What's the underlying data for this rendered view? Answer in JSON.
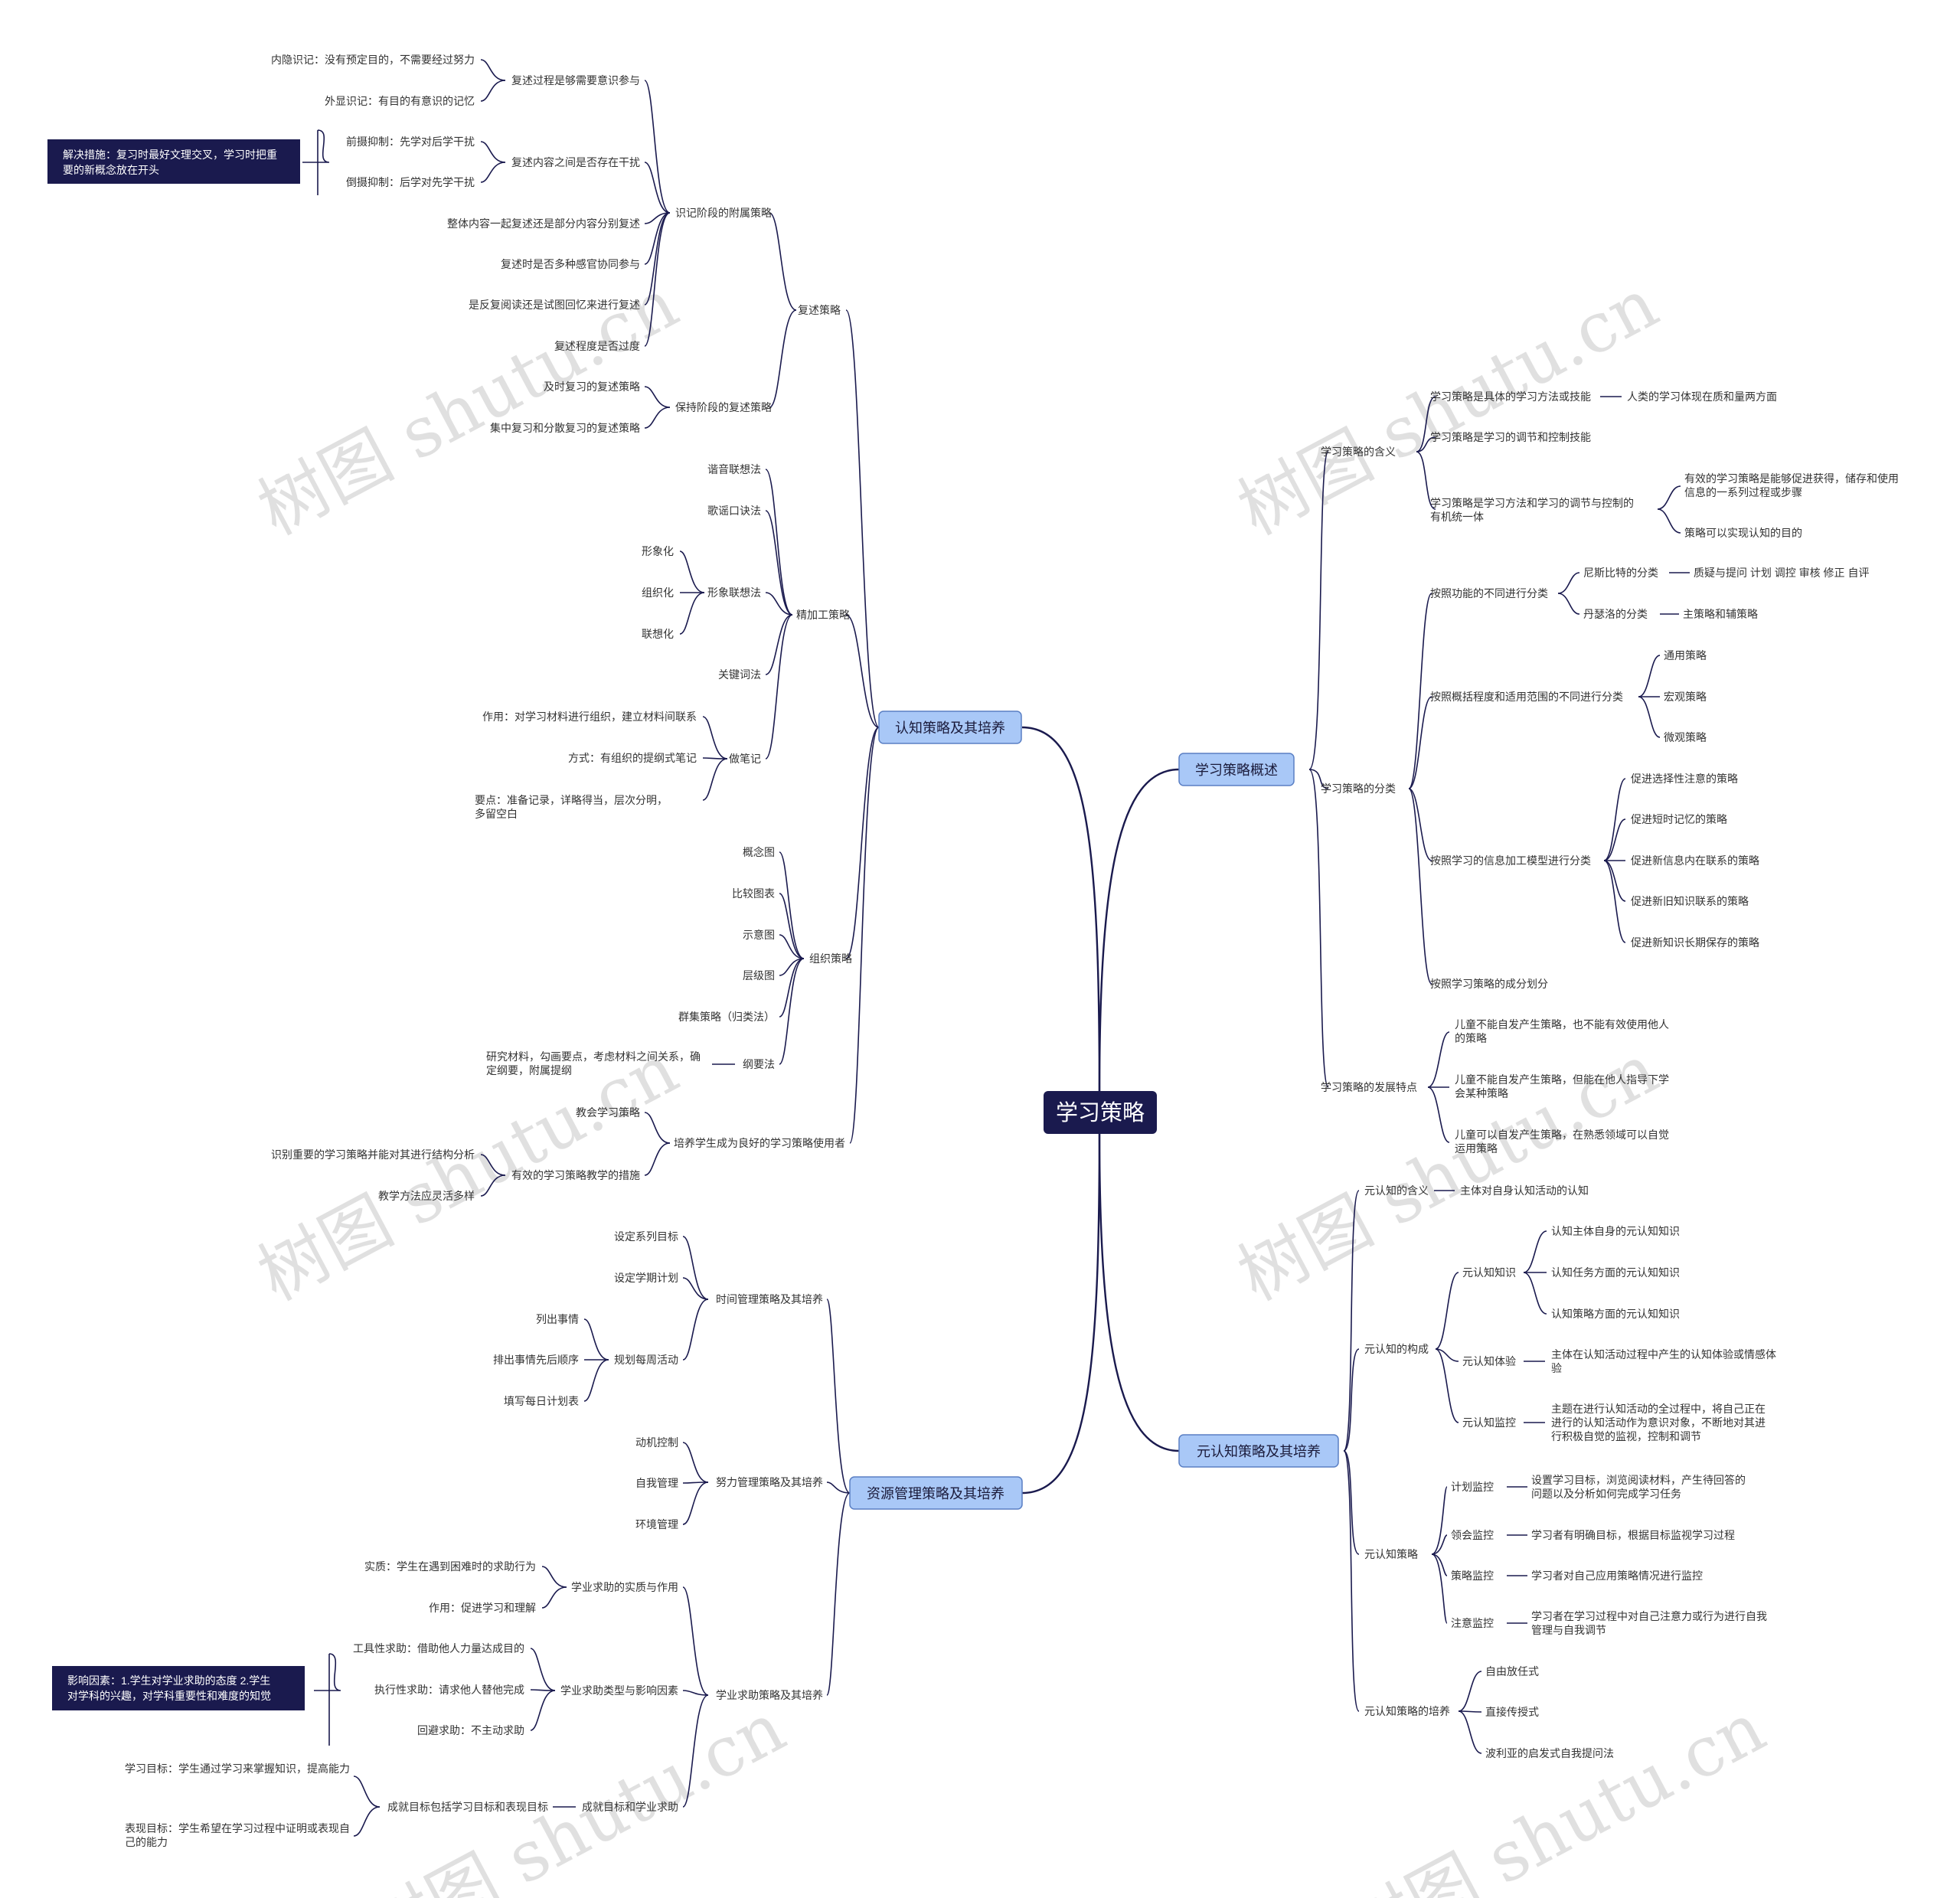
{
  "root": "学习策略",
  "watermark": "树图 shutu.cn",
  "colors": {
    "root_fill": "#1a1a4e",
    "branch_fill": "#a9c8f7",
    "branch_border": "#5a7fc4",
    "line": "#1a1a4e",
    "note_fill": "#1a1a4e"
  },
  "branches": {
    "cognitive": {
      "label": "认知策略及其培养",
      "rehearsal": {
        "label": "复述策略",
        "memorize": {
          "label": "识记阶段的附属策略",
          "conscious": {
            "label": "复述过程是够需要意识参与",
            "implicit": "内隐识记：没有预定目的，不需要经过努力",
            "explicit": "外显识记：有目的有意识的记忆"
          },
          "interference": {
            "label": "复述内容之间是否存在干扰",
            "proactive": "前摄抑制：先学对后学干扰",
            "retroactive": "倒摄抑制：后学对先学干扰",
            "note": "解决措施：复习时最好文理交叉，学习时把重要的新概念放在开头"
          },
          "whole": "整体内容一起复述还是部分内容分别复述",
          "senses": "复述时是否多种感官协同参与",
          "reread": "是反复阅读还是试图回忆来进行复述",
          "degree": "复述程度是否过度"
        },
        "retain": {
          "label": "保持阶段的复述策略",
          "timely": "及时复习的复述策略",
          "spaced": "集中复习和分散复习的复述策略"
        }
      },
      "elaboration": {
        "label": "精加工策略",
        "homophone": "谐音联想法",
        "rhyme": "歌谣口诀法",
        "imagery": {
          "label": "形象联想法",
          "a": "形象化",
          "b": "组织化",
          "c": "联想化"
        },
        "keyword": "关键词法",
        "notes": {
          "label": "做笔记",
          "role": "作用：对学习材料进行组织，建立材料间联系",
          "method": "方式：有组织的提纲式笔记",
          "key": "要点：准备记录，详略得当，层次分明，多留空白"
        }
      },
      "organization": {
        "label": "组织策略",
        "concept": "概念图",
        "compare": "比较图表",
        "schematic": "示意图",
        "hierarchy": "层级图",
        "cluster": "群集策略（归类法）",
        "outline": {
          "label": "纲要法",
          "desc": "研究材料，勾画要点，考虑材料之间关系，确定纲要，附属提纲"
        }
      },
      "cultivate": {
        "label": "培养学生成为良好的学习策略使用者",
        "teach": "教会学习策略",
        "effective": {
          "label": "有效的学习策略教学的措施",
          "identify": "识别重要的学习策略并能对其进行结构分析",
          "flexible": "教学方法应灵活多样"
        }
      }
    },
    "resource": {
      "label": "资源管理策略及其培养",
      "time": {
        "label": "时间管理策略及其培养",
        "goals": "设定系列目标",
        "term": "设定学期计划",
        "weekly": {
          "label": "规划每周活动",
          "list": "列出事情",
          "order": "排出事情先后顺序",
          "daily": "填写每日计划表"
        }
      },
      "effort": {
        "label": "努力管理策略及其培养",
        "motivation": "动机控制",
        "self": "自我管理",
        "env": "环境管理"
      },
      "help": {
        "label": "学业求助策略及其培养",
        "essence": {
          "label": "学业求助的实质与作用",
          "essence": "实质：学生在遇到困难时的求助行为",
          "role": "作用：促进学习和理解"
        },
        "types": {
          "label": "学业求助类型与影响因素",
          "tool": "工具性求助：借助他人力量达成目的",
          "exec": "执行性求助：请求他人替他完成",
          "avoid": "回避求助：不主动求助",
          "note": "影响因素：1.学生对学业求助的态度 2.学生对学科的兴趣，对学科重要性和难度的知觉"
        },
        "achieve": {
          "label": "成就目标和学业求助",
          "goals": "成就目标包括学习目标和表现目标",
          "learning": "学习目标：学生通过学习来掌握知识，提高能力",
          "performance": "表现目标：学生希望在学习过程中证明或表现自己的能力"
        }
      }
    },
    "overview": {
      "label": "学习策略概述",
      "meaning": {
        "label": "学习策略的含义",
        "a": "学习策略是具体的学习方法或技能",
        "a1": "人类的学习体现在质和量两方面",
        "b": "学习策略是学习的调节和控制技能",
        "c": "学习策略是学习方法和学习的调节与控制的有机统一体",
        "c1": "有效的学习策略是能够促进获得，储存和使用信息的一系列过程或步骤",
        "c2": "策略可以实现认知的目的"
      },
      "classify": {
        "label": "学习策略的分类",
        "func": {
          "label": "按照功能的不同进行分类",
          "nisbet": "尼斯比特的分类",
          "nisbet1": "质疑与提问 计划 调控 审核 修正 自评",
          "dansereau": "丹瑟洛的分类",
          "dansereau1": "主策略和辅策略"
        },
        "scope": {
          "label": "按照概括程度和适用范围的不同进行分类",
          "a": "通用策略",
          "b": "宏观策略",
          "c": "微观策略"
        },
        "info": {
          "label": "按照学习的信息加工模型进行分类",
          "a": "促进选择性注意的策略",
          "b": "促进短时记忆的策略",
          "c": "促进新信息内在联系的策略",
          "d": "促进新旧知识联系的策略",
          "e": "促进新知识长期保存的策略"
        },
        "component": "按照学习策略的成分划分"
      },
      "develop": {
        "label": "学习策略的发展特点",
        "a": "儿童不能自发产生策略，也不能有效使用他人的策略",
        "b": "儿童不能自发产生策略，但能在他人指导下学会某种策略",
        "c": "儿童可以自发产生策略，在熟悉领域可以自觉运用策略"
      }
    },
    "meta": {
      "label": "元认知策略及其培养",
      "meaning": {
        "label": "元认知的含义",
        "desc": "主体对自身认知活动的认知"
      },
      "structure": {
        "label": "元认知的构成",
        "knowledge": {
          "label": "元认知知识",
          "a": "认知主体自身的元认知知识",
          "b": "认知任务方面的元认知知识",
          "c": "认知策略方面的元认知知识"
        },
        "experience": {
          "label": "元认知体验",
          "desc": "主体在认知活动过程中产生的认知体验或情感体验"
        },
        "monitor": {
          "label": "元认知监控",
          "desc": "主题在进行认知活动的全过程中，将自己正在进行的认知活动作为意识对象，不断地对其进行积极自觉的监视，控制和调节"
        }
      },
      "strategy": {
        "label": "元认知策略",
        "plan": {
          "label": "计划监控",
          "desc": "设置学习目标，浏览阅读材料，产生待回答的问题以及分析如何完成学习任务"
        },
        "grasp": {
          "label": "领会监控",
          "desc": "学习者有明确目标，根据目标监视学习过程"
        },
        "strat": {
          "label": "策略监控",
          "desc": "学习者对自己应用策略情况进行监控"
        },
        "attention": {
          "label": "注意监控",
          "desc": "学习者在学习过程中对自己注意力或行为进行自我管理与自我调节"
        }
      },
      "training": {
        "label": "元认知策略的培养",
        "a": "自由放任式",
        "b": "直接传授式",
        "c": "波利亚的启发式自我提问法"
      }
    }
  }
}
